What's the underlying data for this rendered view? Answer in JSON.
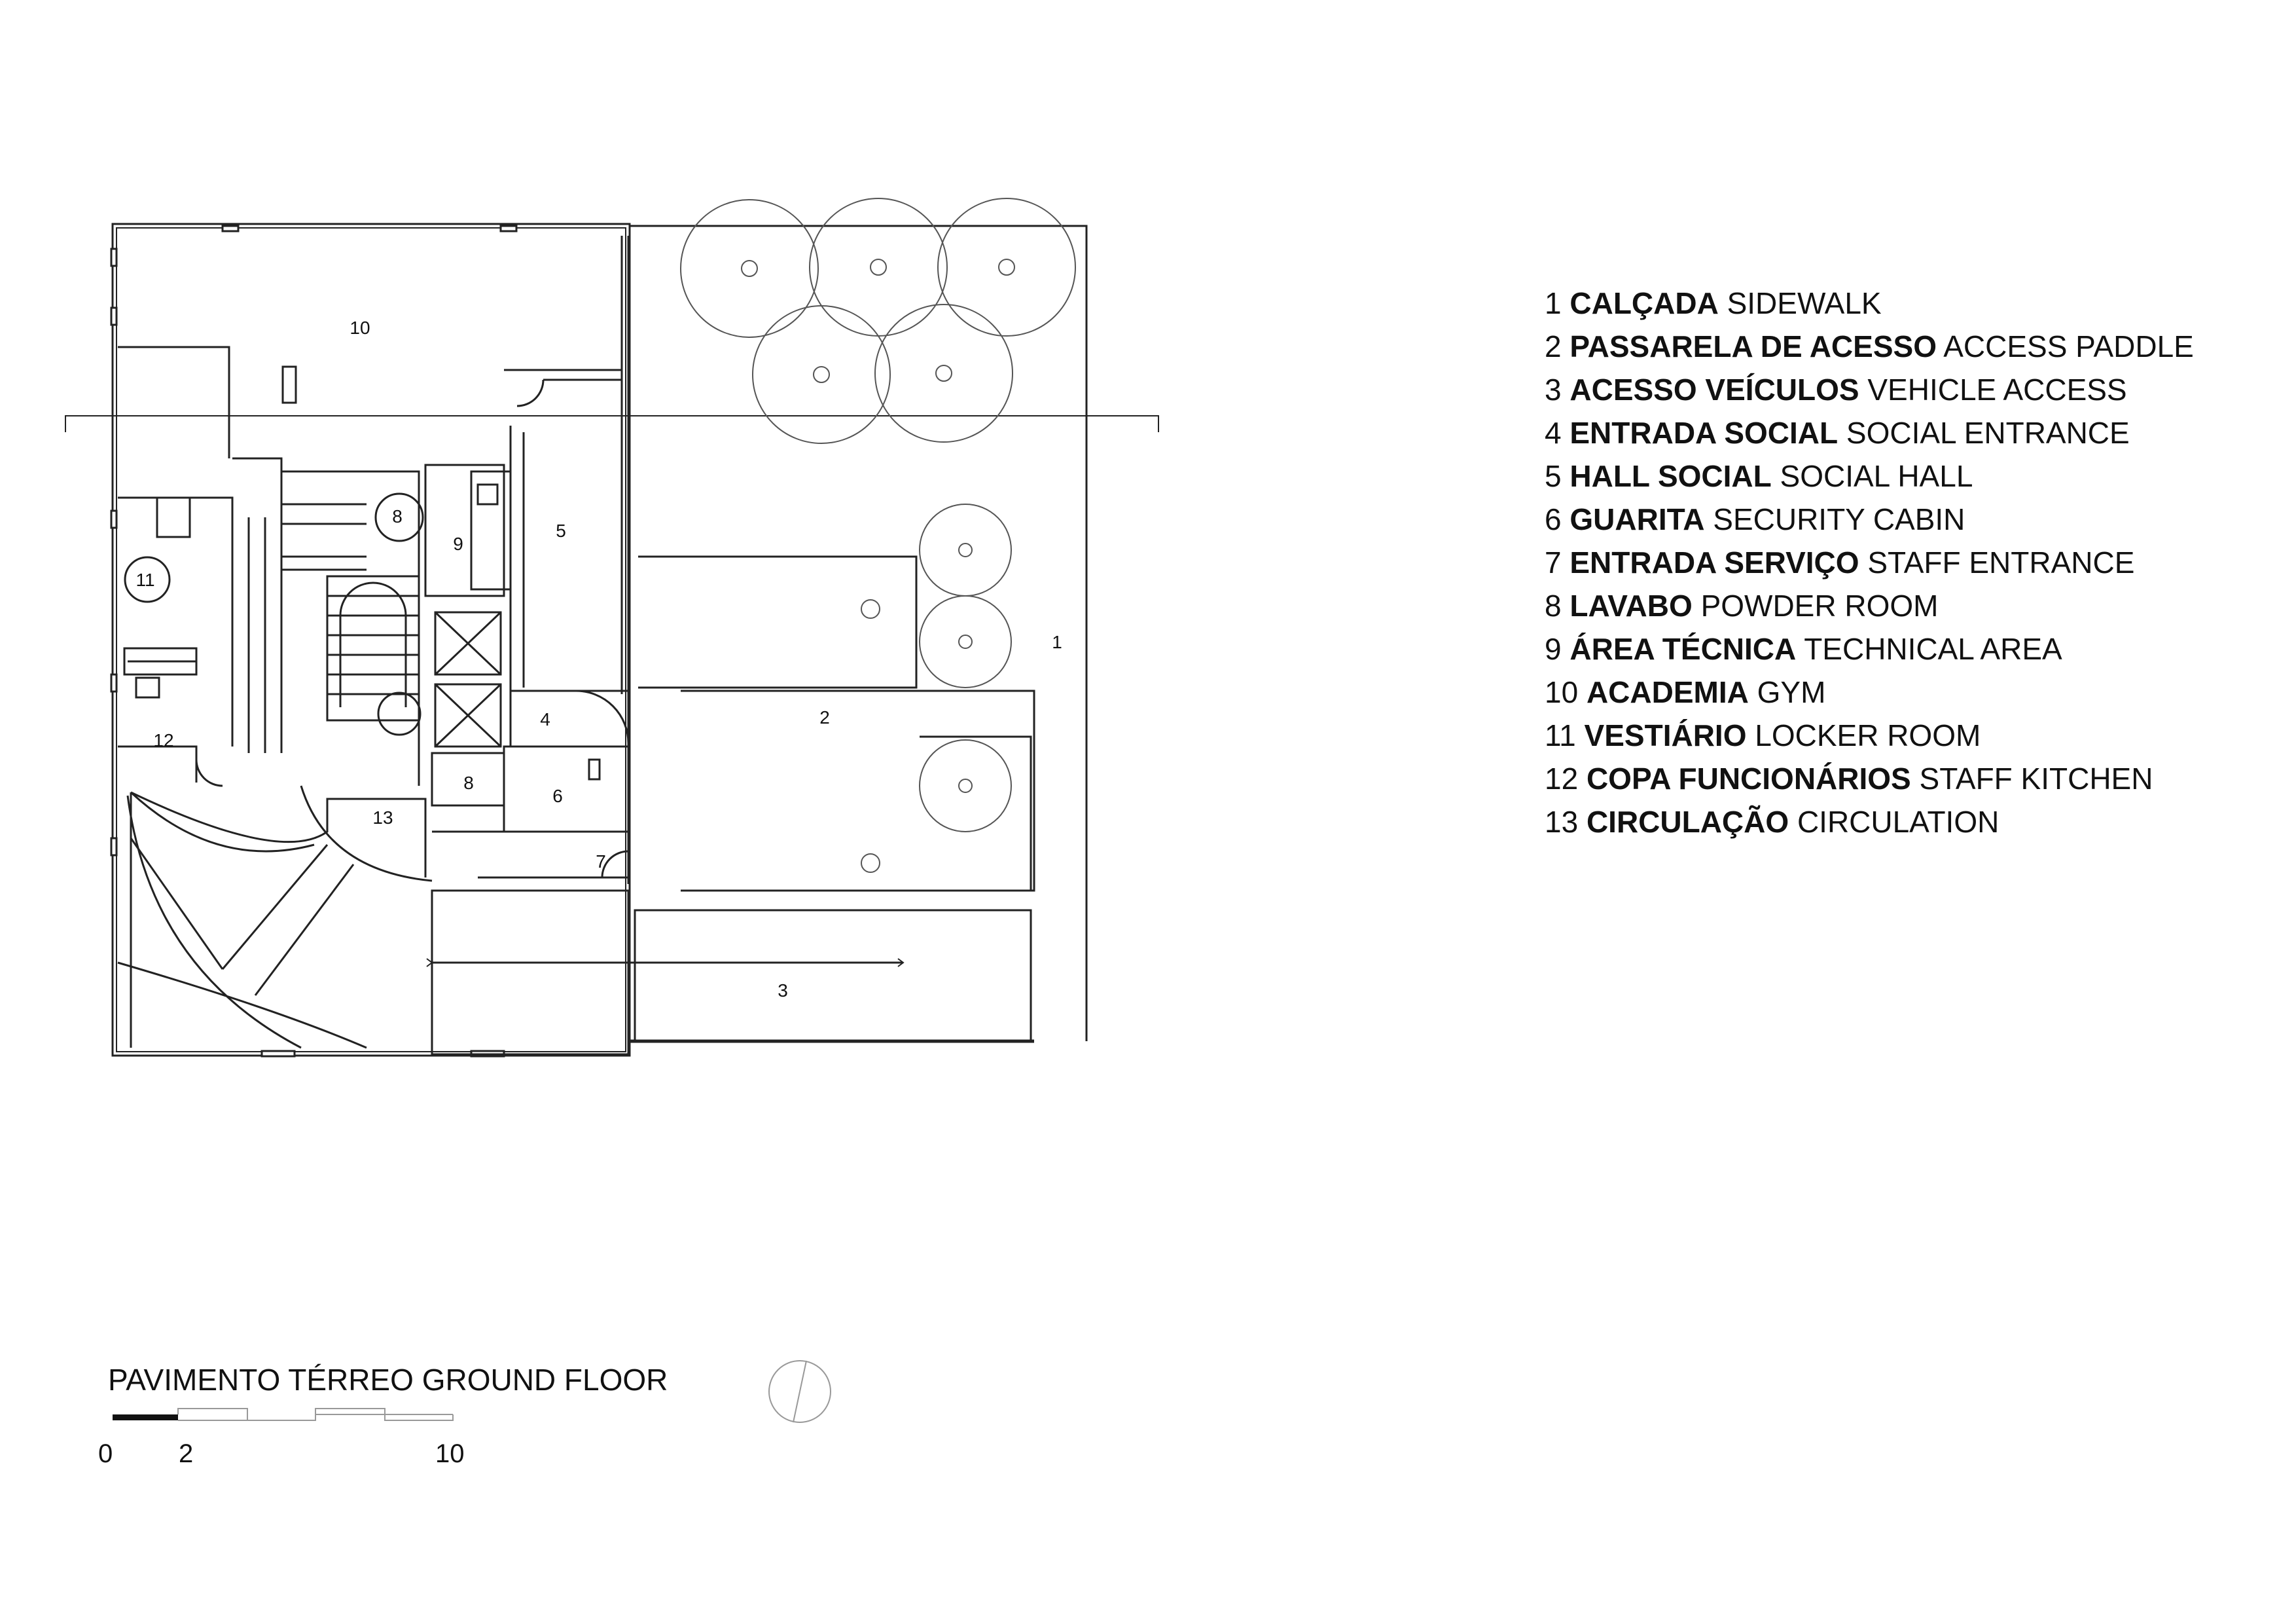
{
  "legend": [
    {
      "num": "1",
      "pt": "CALÇADA",
      "en": "SIDEWALK"
    },
    {
      "num": "2",
      "pt": "PASSARELA DE ACESSO",
      "en": "ACCESS PADDLE"
    },
    {
      "num": "3",
      "pt": "ACESSO VEÍCULOS",
      "en": "VEHICLE ACCESS"
    },
    {
      "num": "4",
      "pt": "ENTRADA SOCIAL",
      "en": "SOCIAL ENTRANCE"
    },
    {
      "num": "5",
      "pt": "HALL SOCIAL",
      "en": "SOCIAL HALL"
    },
    {
      "num": "6",
      "pt": "GUARITA",
      "en": "SECURITY CABIN"
    },
    {
      "num": "7",
      "pt": "ENTRADA SERVIÇO",
      "en": "STAFF ENTRANCE"
    },
    {
      "num": "8",
      "pt": "LAVABO",
      "en": "POWDER ROOM"
    },
    {
      "num": "9",
      "pt": "ÁREA TÉCNICA",
      "en": "TECHNICAL AREA"
    },
    {
      "num": "10",
      "pt": "ACADEMIA",
      "en": "GYM"
    },
    {
      "num": "11",
      "pt": "VESTIÁRIO",
      "en": "LOCKER ROOM"
    },
    {
      "num": "12",
      "pt": "COPA FUNCIONÁRIOS",
      "en": "STAFF KITCHEN"
    },
    {
      "num": "13",
      "pt": "CIRCULAÇÃO",
      "en": "CIRCULATION"
    }
  ],
  "title": {
    "pt": "PAVIMENTO TÉRREO",
    "en": "GROUND FLOOR"
  },
  "scale": {
    "zero": "0",
    "two": "2",
    "ten": "10"
  },
  "rooms": {
    "r1": "1",
    "r2": "2",
    "r3": "3",
    "r4": "4",
    "r5": "5",
    "r6": "6",
    "r7": "7",
    "r8a": "8",
    "r8b": "8",
    "r9": "9",
    "r10": "10",
    "r11": "11",
    "r12": "12",
    "r13": "13"
  },
  "colors": {
    "line": "#222222",
    "faint": "#9a9a9a"
  }
}
